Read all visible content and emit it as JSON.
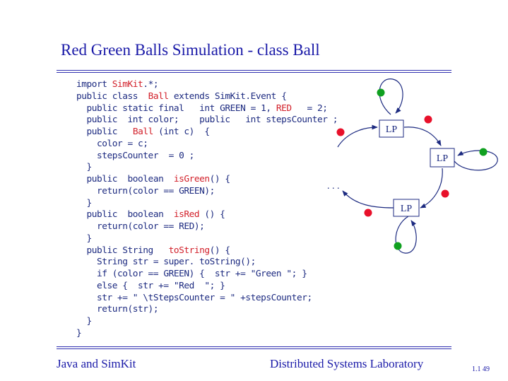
{
  "title": "Red Green Balls Simulation - class Ball",
  "code_lines": [
    [
      {
        "t": "import "
      },
      {
        "t": "SimKit",
        "hl": true
      },
      {
        "t": ".*;"
      }
    ],
    [
      {
        "t": "public class  "
      },
      {
        "t": "Ball",
        "hl": true
      },
      {
        "t": " extends SimKit.Event {"
      }
    ],
    [
      {
        "t": "  public static final   int GREEN = 1, "
      },
      {
        "t": "RED",
        "hl": true
      },
      {
        "t": "   = 2;"
      }
    ],
    [
      {
        "t": "  public  int color;    public   int stepsCounter ;"
      }
    ],
    [
      {
        "t": "  public   "
      },
      {
        "t": "Ball",
        "hl": true
      },
      {
        "t": " (int c)  {"
      }
    ],
    [
      {
        "t": "    color = c;"
      }
    ],
    [
      {
        "t": "    stepsCounter  = 0 ;"
      }
    ],
    [
      {
        "t": "  }"
      }
    ],
    [
      {
        "t": "  public  boolean  "
      },
      {
        "t": "isGreen",
        "hl": true
      },
      {
        "t": "() {"
      }
    ],
    [
      {
        "t": "    return(color == GREEN);"
      }
    ],
    [
      {
        "t": "  }"
      }
    ],
    [
      {
        "t": "  public  boolean  "
      },
      {
        "t": "isRed",
        "hl": true
      },
      {
        "t": " () {"
      }
    ],
    [
      {
        "t": "    return(color == RED);"
      }
    ],
    [
      {
        "t": "  }"
      }
    ],
    [
      {
        "t": "  public String   "
      },
      {
        "t": "toString",
        "hl": true
      },
      {
        "t": "() {"
      }
    ],
    [
      {
        "t": "    String str = super. toString();"
      }
    ],
    [
      {
        "t": "    if (color == GREEN) {  str += \"Green \"; }"
      }
    ],
    [
      {
        "t": "    else {  str += \"Red  \"; }"
      }
    ],
    [
      {
        "t": "    str += \" \\tStepsCounter = \" +stepsCounter;"
      }
    ],
    [
      {
        "t": "    return(str);"
      }
    ],
    [
      {
        "t": "  }"
      }
    ],
    [
      {
        "t": "}"
      }
    ]
  ],
  "diagram": {
    "lp_label": "LP",
    "ellipsis": ". . .",
    "colors": {
      "red": "#e8102a",
      "green": "#10a020",
      "arrow": "#1c2a80"
    }
  },
  "footer": {
    "left": "Java and SimKit",
    "right": "Distributed Systems Laboratory",
    "page": "1.1  49"
  }
}
